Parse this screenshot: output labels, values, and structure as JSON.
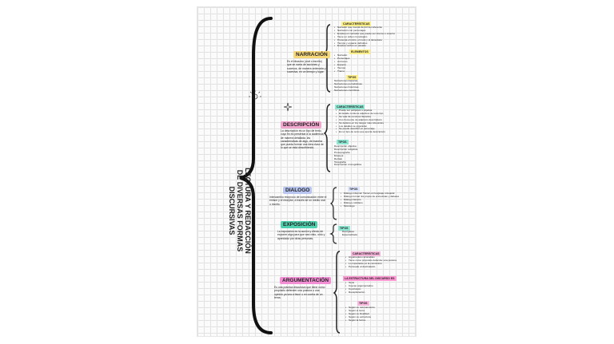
{
  "title": "LECTURA Y REDACCIÓN DE DIVERSAS FORMAS DISCURSIVAS",
  "colors": {
    "narracion": "#f6d77a",
    "descripcion": "#f2a7cf",
    "dialogo": "#b7c5f0",
    "exposicion": "#4fd1b0",
    "argumentacion": "#f28fd4",
    "tipos": "#fff08a",
    "tipos_teal": "#8fe8d4",
    "tipos_pink": "#f7b6dc",
    "highlight": "#ff9ad5"
  },
  "sections": {
    "narracion": {
      "heading": "NARRACIÓN",
      "desc": "Es el discurso (oral o escrito) que se narra de acciones y sucesos, de manera ordenada y sucesiva, en un tiempo y lugar.",
      "sub1": "CARACTERÍSTICAS",
      "items1": [
        "Narrador que cuenta de forma coherente",
        "Narración con personajes",
        "Emplea un narrador que puede ser interno o externo",
        "Tiene un orden cronológico",
        "Presenta el inicio, el nudo y el desenlace",
        "Tiempo y espacio definidos",
        "Emplea verbos en pasado"
      ],
      "sub2": "ELEMENTOS",
      "items2": [
        "Narrador",
        "Personajes",
        "Acciones",
        "Espacio",
        "Tiempo",
        "Trama"
      ],
      "sub3": "TIPOS",
      "items3": [
        "Narraciones literarias",
        "Narraciones periodísticas",
        "Narraciones históricas",
        "Narraciones científicas"
      ]
    },
    "descripcion": {
      "heading": "DESCRIPCIÓN",
      "desc": "La descripción es un tipo de texto, cuyo fin es presentar a la audiencia, de manera detallada, las características de algo, de manera que pueda formar una idea clara de lo que se está describiendo.",
      "sub1": "CARACTERÍSTICAS",
      "items1": [
        "Puede ser subjetiva u objetiva",
        "El detalle contiene adjetivos de todo tipo",
        "Se vale de recursos literarios",
        "Uso frecuente de adjetivos descriptivos",
        "Se detiene en los rasgos más relevantes",
        "Los detalles se organizan",
        "Se puede describir un personaje",
        "Es un tipo de texto que aporta descripción"
      ],
      "sub2": "TIPOS",
      "items2": [
        "Descripción objetiva",
        "Descripción subjetiva",
        "Prosopografía",
        "Etopeya",
        "Retrato",
        "Topografía",
        "Descripción cronográfica"
      ]
    },
    "dialogo": {
      "heading": "DIALOGO",
      "desc": "Intercambio recíproco de comunicación entre el emisor y el receptor, a través de un medio oral o escrito.",
      "sub1": "TIPOS",
      "items1": [
        "Diálogo informal: Tienen un lenguaje coloquial",
        "Diálogo formal: Es propio de entrevistas y debates",
        "Diálogo literario",
        "Diálogo cotidiano",
        "Monólogo"
      ]
    },
    "exposicion": {
      "heading": "EXPOSICIÓN",
      "desc": "La exposición es la acción y efecto de exponer algo para que sea visto, oído y apreciado por otras personas.",
      "sub1": "TIPOS",
      "items1": [
        "Divulgativo",
        "Especializado"
      ]
    },
    "argumentacion": {
      "heading": "ARGUMENTACIÓN",
      "desc": "Es una práctica discursiva que tiene como propósito defender una postura o una opinión ya sea a favor o en contra de un tema.",
      "sub1": "CARACTERÍSTICAS",
      "items1": [
        "Argumentos razonables",
        "Tiene como propósito defender una postura",
        "Lo importante es la convicción",
        "Persuade al destinatario"
      ],
      "sub2": "LA ESTRUCTURA DEL DISCURSO ES",
      "items2": [
        "Tesis",
        "Cuerpo argumentativo",
        "Conclusión",
        "Recapitulación"
      ],
      "sub3": "TIPOS",
      "items3": [
        "Según su razonamiento",
        "Según el tema",
        "Según su finalidad",
        "Según su estructura",
        "Según la forma"
      ]
    }
  }
}
